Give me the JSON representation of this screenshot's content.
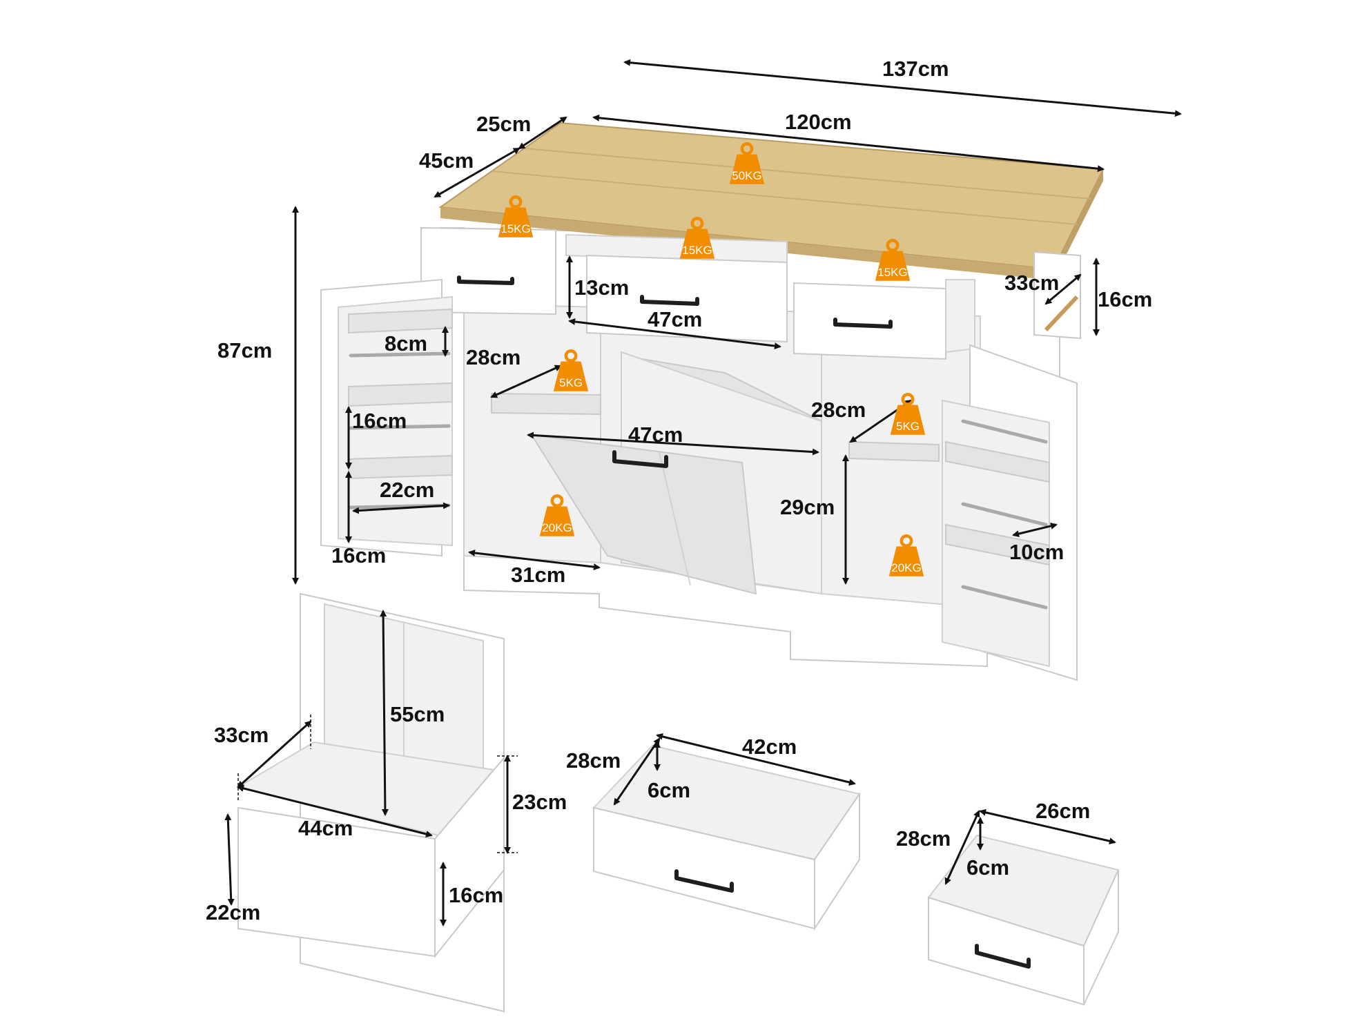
{
  "dimensions": {
    "overall_width": "137cm",
    "top_width": "120cm",
    "overhang": "25cm",
    "top_depth": "45cm",
    "height": "87cm",
    "drawer_height": "13cm",
    "drawer_width": "47cm",
    "towel_bar_width": "33cm",
    "towel_bar_height": "16cm",
    "left_door_rack_top": "8cm",
    "left_door_rack_mid": "16cm",
    "left_door_rack_width": "22cm",
    "left_door_rack_bottom": "16cm",
    "left_shelf_depth": "28cm",
    "left_cabinet_depth": "31cm",
    "bin_width": "47cm",
    "right_shelf_depth": "28cm",
    "right_shelf_height": "29cm",
    "right_door_rack_depth": "10cm",
    "bin_cabinet_height": "55cm",
    "bin_depth": "33cm",
    "bin_side_height": "23cm",
    "bin_front_width": "44cm",
    "bin_front_height": "22cm",
    "bin_lower_height": "16cm",
    "large_drawer_depth": "28cm",
    "large_drawer_width": "42cm",
    "large_drawer_inner_height": "6cm",
    "small_drawer_depth": "28cm",
    "small_drawer_width": "26cm",
    "small_drawer_inner_height": "6cm"
  },
  "load_badges": {
    "tabletop": "50KG",
    "drawer_left": "15KG",
    "drawer_middle": "15KG",
    "drawer_right": "15KG",
    "shelf_left_upper": "5KG",
    "shelf_right_upper": "5KG",
    "shelf_left_lower": "20KG",
    "shelf_right_lower": "20KG"
  },
  "colors": {
    "badge": "#f28c00",
    "wood_top": "#dcc38c",
    "cabinet": "#ffffff",
    "dimension_line": "#111111"
  }
}
